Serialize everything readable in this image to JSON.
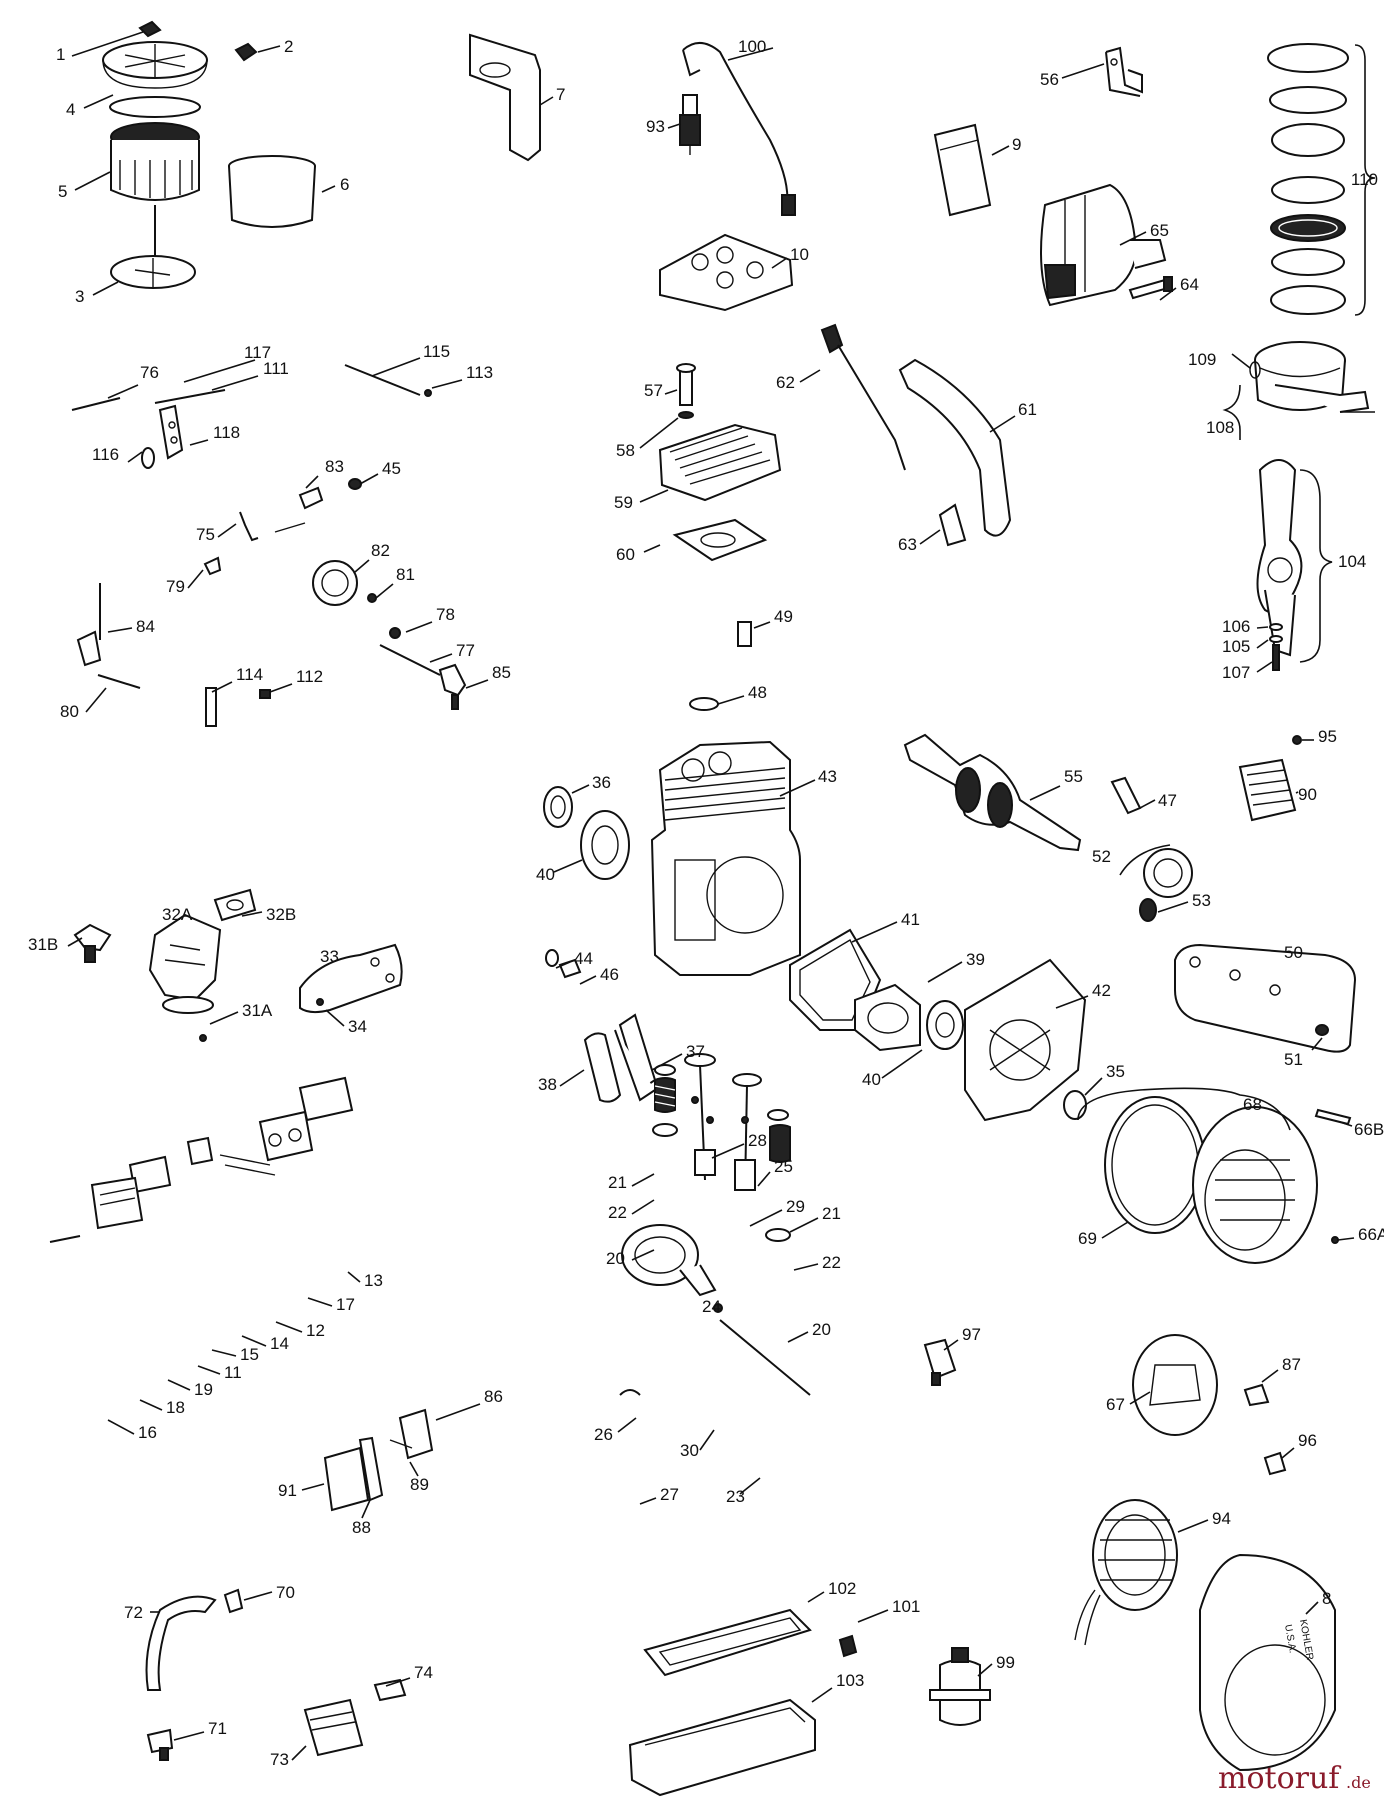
{
  "watermark": {
    "name": "motoruf",
    "tld": ".de"
  },
  "shroud_stamp": [
    "KOHLER",
    "U.S.A."
  ],
  "callouts": [
    {
      "id": "1",
      "label": "1"
    },
    {
      "id": "2",
      "label": "2"
    },
    {
      "id": "4",
      "label": "4"
    },
    {
      "id": "5",
      "label": "5"
    },
    {
      "id": "6",
      "label": "6"
    },
    {
      "id": "3",
      "label": "3"
    },
    {
      "id": "7",
      "label": "7"
    },
    {
      "id": "100",
      "label": "100"
    },
    {
      "id": "93",
      "label": "93"
    },
    {
      "id": "56",
      "label": "56"
    },
    {
      "id": "9",
      "label": "9"
    },
    {
      "id": "110",
      "label": "110"
    },
    {
      "id": "65",
      "label": "65"
    },
    {
      "id": "64",
      "label": "64"
    },
    {
      "id": "10",
      "label": "10"
    },
    {
      "id": "117",
      "label": "117"
    },
    {
      "id": "76",
      "label": "76"
    },
    {
      "id": "111",
      "label": "111"
    },
    {
      "id": "115",
      "label": "115"
    },
    {
      "id": "113",
      "label": "113"
    },
    {
      "id": "118",
      "label": "118"
    },
    {
      "id": "116",
      "label": "116"
    },
    {
      "id": "57",
      "label": "57"
    },
    {
      "id": "62",
      "label": "62"
    },
    {
      "id": "61",
      "label": "61"
    },
    {
      "id": "109",
      "label": "109"
    },
    {
      "id": "108",
      "label": "108"
    },
    {
      "id": "58",
      "label": "58"
    },
    {
      "id": "59",
      "label": "59"
    },
    {
      "id": "60",
      "label": "60"
    },
    {
      "id": "63",
      "label": "63"
    },
    {
      "id": "83",
      "label": "83"
    },
    {
      "id": "45",
      "label": "45"
    },
    {
      "id": "75",
      "label": "75"
    },
    {
      "id": "82",
      "label": "82"
    },
    {
      "id": "79",
      "label": "79"
    },
    {
      "id": "81",
      "label": "81"
    },
    {
      "id": "84",
      "label": "84"
    },
    {
      "id": "78",
      "label": "78"
    },
    {
      "id": "77",
      "label": "77"
    },
    {
      "id": "85",
      "label": "85"
    },
    {
      "id": "80",
      "label": "80"
    },
    {
      "id": "114",
      "label": "114"
    },
    {
      "id": "112",
      "label": "112"
    },
    {
      "id": "104",
      "label": "104"
    },
    {
      "id": "106",
      "label": "106"
    },
    {
      "id": "105",
      "label": "105"
    },
    {
      "id": "107",
      "label": "107"
    },
    {
      "id": "49",
      "label": "49"
    },
    {
      "id": "48",
      "label": "48"
    },
    {
      "id": "95",
      "label": "95"
    },
    {
      "id": "90",
      "label": "90"
    },
    {
      "id": "36",
      "label": "36"
    },
    {
      "id": "43",
      "label": "43"
    },
    {
      "id": "55",
      "label": "55"
    },
    {
      "id": "47",
      "label": "47"
    },
    {
      "id": "40a",
      "label": "40"
    },
    {
      "id": "52",
      "label": "52"
    },
    {
      "id": "53",
      "label": "53"
    },
    {
      "id": "31B",
      "label": "31B"
    },
    {
      "id": "32A",
      "label": "32A"
    },
    {
      "id": "32B",
      "label": "32B"
    },
    {
      "id": "41",
      "label": "41"
    },
    {
      "id": "50",
      "label": "50"
    },
    {
      "id": "44",
      "label": "44"
    },
    {
      "id": "46",
      "label": "46"
    },
    {
      "id": "39",
      "label": "39"
    },
    {
      "id": "33",
      "label": "33"
    },
    {
      "id": "31A",
      "label": "31A"
    },
    {
      "id": "34",
      "label": "34"
    },
    {
      "id": "42",
      "label": "42"
    },
    {
      "id": "51",
      "label": "51"
    },
    {
      "id": "37",
      "label": "37"
    },
    {
      "id": "38",
      "label": "38"
    },
    {
      "id": "40b",
      "label": "40"
    },
    {
      "id": "35",
      "label": "35"
    },
    {
      "id": "68",
      "label": "68"
    },
    {
      "id": "66B",
      "label": "66B"
    },
    {
      "id": "28",
      "label": "28"
    },
    {
      "id": "25",
      "label": "25"
    },
    {
      "id": "21a",
      "label": "21"
    },
    {
      "id": "22a",
      "label": "22"
    },
    {
      "id": "29",
      "label": "29"
    },
    {
      "id": "21b",
      "label": "21"
    },
    {
      "id": "69",
      "label": "69"
    },
    {
      "id": "66A",
      "label": "66A"
    },
    {
      "id": "20a",
      "label": "20"
    },
    {
      "id": "22b",
      "label": "22"
    },
    {
      "id": "24",
      "label": "24"
    },
    {
      "id": "13",
      "label": "13"
    },
    {
      "id": "17",
      "label": "17"
    },
    {
      "id": "12",
      "label": "12"
    },
    {
      "id": "14",
      "label": "14"
    },
    {
      "id": "15",
      "label": "15"
    },
    {
      "id": "11",
      "label": "11"
    },
    {
      "id": "19",
      "label": "19"
    },
    {
      "id": "18",
      "label": "18"
    },
    {
      "id": "16",
      "label": "16"
    },
    {
      "id": "20b",
      "label": "20"
    },
    {
      "id": "97",
      "label": "97"
    },
    {
      "id": "87",
      "label": "87"
    },
    {
      "id": "67",
      "label": "67"
    },
    {
      "id": "26",
      "label": "26"
    },
    {
      "id": "30",
      "label": "30"
    },
    {
      "id": "86",
      "label": "86"
    },
    {
      "id": "89",
      "label": "89"
    },
    {
      "id": "91",
      "label": "91"
    },
    {
      "id": "88",
      "label": "88"
    },
    {
      "id": "96",
      "label": "96"
    },
    {
      "id": "23",
      "label": "23"
    },
    {
      "id": "27",
      "label": "27"
    },
    {
      "id": "94",
      "label": "94"
    },
    {
      "id": "70",
      "label": "70"
    },
    {
      "id": "72",
      "label": "72"
    },
    {
      "id": "102",
      "label": "102"
    },
    {
      "id": "101",
      "label": "101"
    },
    {
      "id": "8",
      "label": "8"
    },
    {
      "id": "74",
      "label": "74"
    },
    {
      "id": "103",
      "label": "103"
    },
    {
      "id": "99",
      "label": "99"
    },
    {
      "id": "71",
      "label": "71"
    },
    {
      "id": "73",
      "label": "73"
    }
  ]
}
